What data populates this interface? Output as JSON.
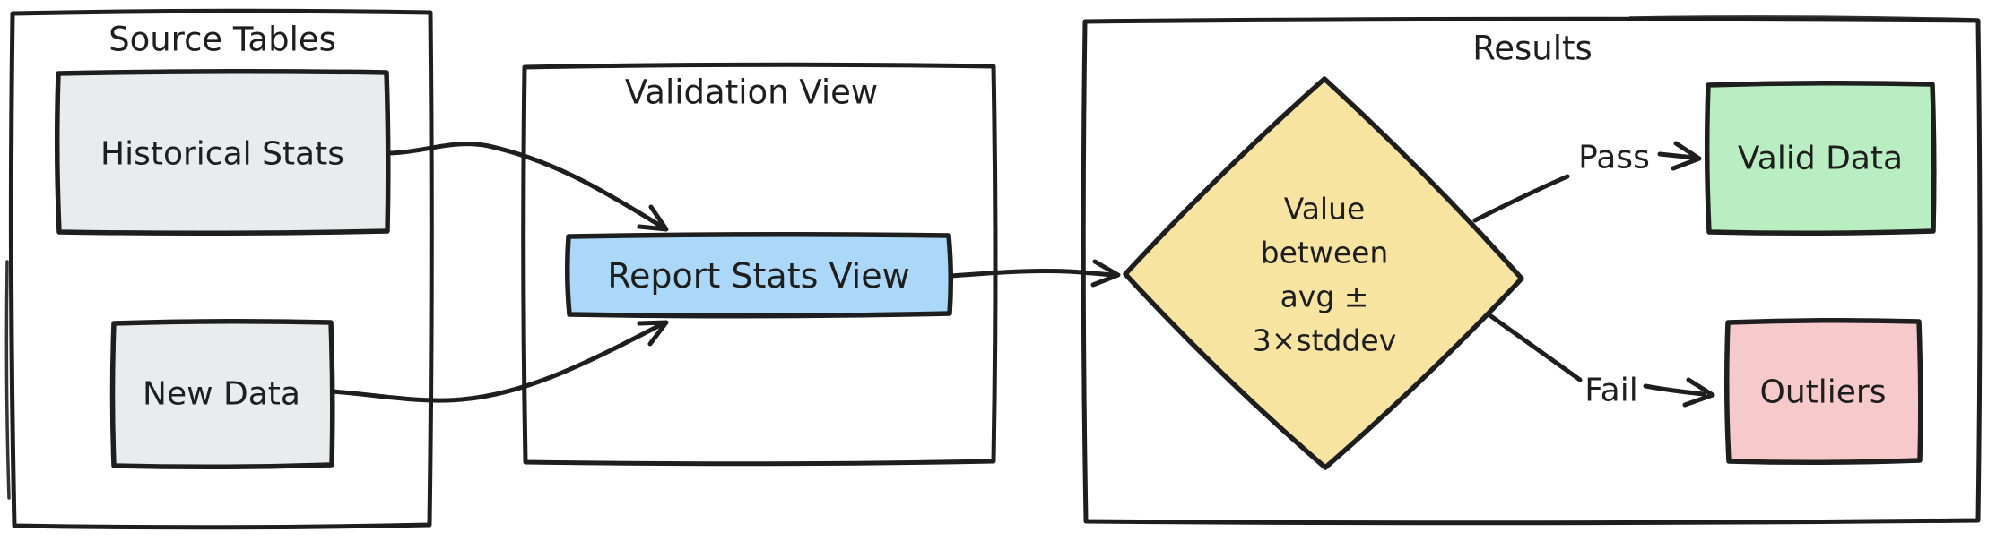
{
  "canvas": {
    "background": "#ffffff",
    "stroke_color": "#1e1e1e"
  },
  "containers": {
    "source_tables": {
      "title": "Source Tables"
    },
    "validation_view": {
      "title": "Validation View"
    },
    "results": {
      "title": "Results"
    }
  },
  "nodes": {
    "historical_stats": {
      "label": "Historical Stats",
      "fill": "#e8eced"
    },
    "new_data": {
      "label": "New Data",
      "fill": "#e8eced"
    },
    "report_stats_view": {
      "label": "Report Stats View",
      "fill": "#abd7f8"
    },
    "decision": {
      "lines": [
        "Value",
        "between",
        "avg ±",
        "3×stddev"
      ],
      "fill": "#f7e4a0"
    },
    "valid_data": {
      "label": "Valid Data",
      "fill": "#b9eec2"
    },
    "outliers": {
      "label": "Outliers",
      "fill": "#f6caca"
    }
  },
  "edge_labels": {
    "pass": "Pass",
    "fail": "Fail"
  }
}
